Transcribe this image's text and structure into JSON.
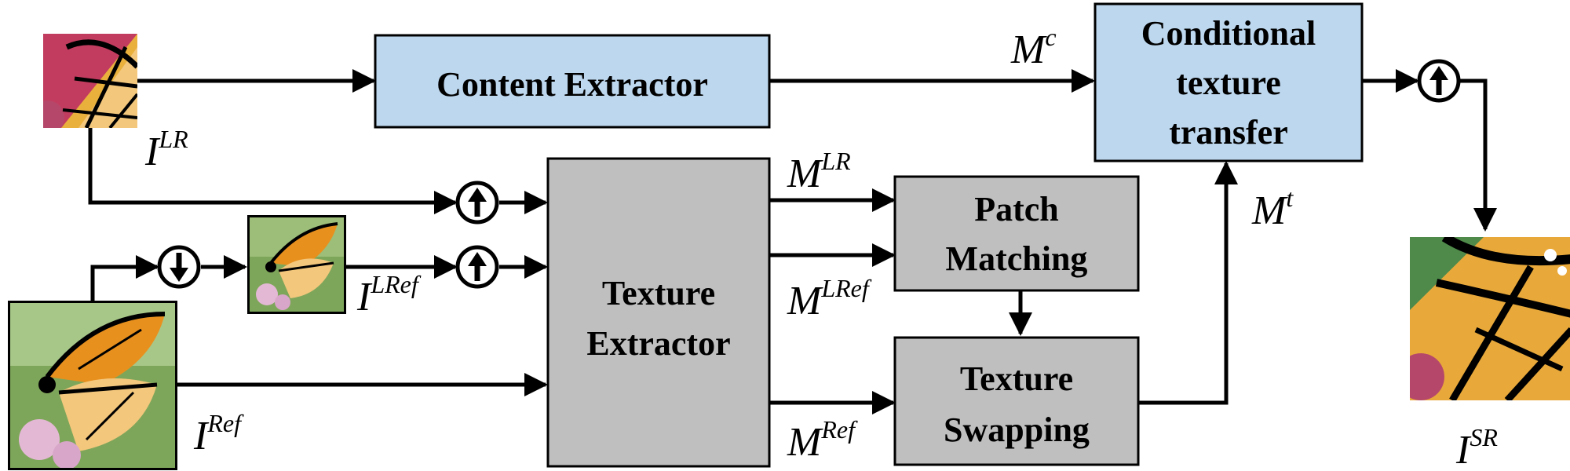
{
  "modules": {
    "content_extractor": {
      "lines": [
        "Content Extractor"
      ],
      "fill": "#bdd7ee"
    },
    "conditional_transfer": {
      "lines": [
        "Conditional",
        "texture",
        "transfer"
      ],
      "fill": "#bdd7ee"
    },
    "texture_extractor": {
      "lines": [
        "Texture",
        "Extractor"
      ],
      "fill": "#bfbfbf"
    },
    "patch_matching": {
      "lines": [
        "Patch",
        "Matching"
      ],
      "fill": "#bfbfbf"
    },
    "texture_swapping": {
      "lines": [
        "Texture",
        "Swapping"
      ],
      "fill": "#bfbfbf"
    }
  },
  "labels": {
    "i_lr": {
      "base": "I",
      "sup": "LR"
    },
    "i_ref": {
      "base": "I",
      "sup": "Ref"
    },
    "i_lrref": {
      "base": "I",
      "sup": "LRef"
    },
    "i_sr": {
      "base": "I",
      "sup": "SR"
    },
    "m_c": {
      "base": "M",
      "sup": "c"
    },
    "m_t": {
      "base": "M",
      "sup": "t"
    },
    "m_lr": {
      "base": "M",
      "sup": "LR"
    },
    "m_lref": {
      "base": "M",
      "sup": "LRef"
    },
    "m_ref": {
      "base": "M",
      "sup": "Ref"
    }
  },
  "icons": {
    "upsample": "up-arrow-circle-icon",
    "downsample": "down-arrow-circle-icon",
    "butterfly": "butterfly-image"
  },
  "colors": {
    "blue_module": "#bdd7ee",
    "gray_module": "#bfbfbf",
    "line": "#000000",
    "butterfly_orange": "#e8901e",
    "butterfly_light": "#f3c77c",
    "leaf_green": "#6f9a45",
    "flower_pink": "#d7a6c8",
    "red_flower": "#b5486a"
  }
}
